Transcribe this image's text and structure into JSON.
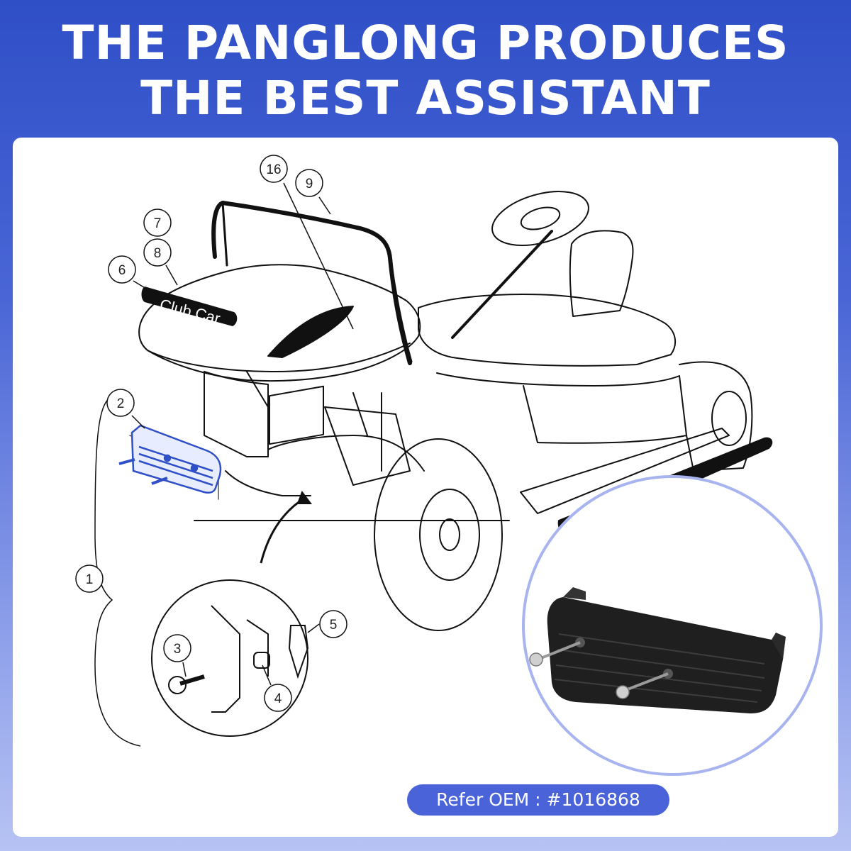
{
  "header": {
    "line1": "THE PANGLONG PRODUCES",
    "line2": "THE BEST ASSISTANT"
  },
  "diagram": {
    "brand_plate": "Club Car",
    "callouts": [
      "16",
      "9",
      "7",
      "8",
      "6",
      "2",
      "1",
      "3",
      "4",
      "5"
    ]
  },
  "oem": {
    "label": "Refer OEM : #1016868"
  },
  "colors": {
    "header_blue": "#2f4fc7",
    "highlight_blue": "#2f4fc7",
    "pill_blue": "#4a63d8"
  }
}
